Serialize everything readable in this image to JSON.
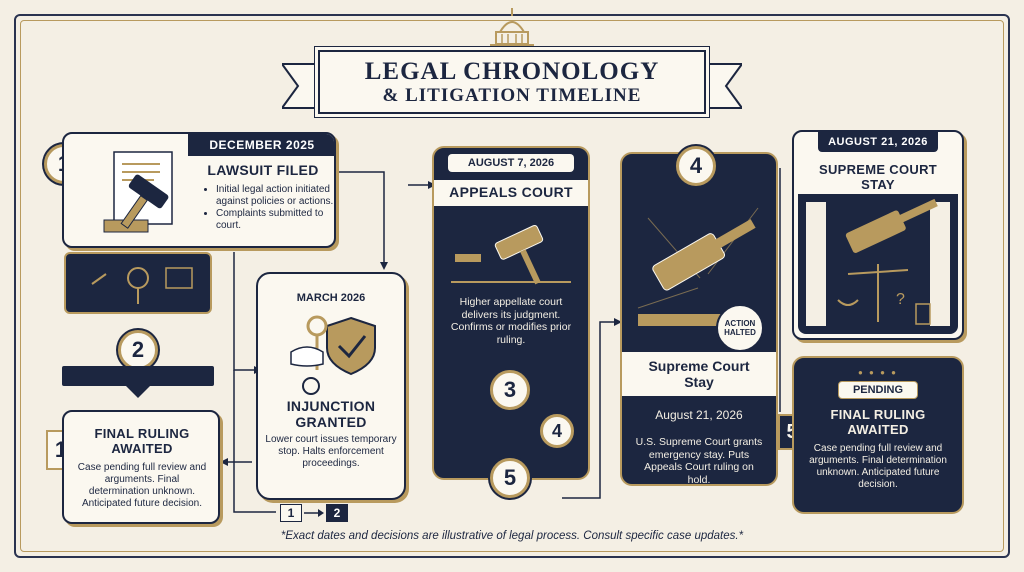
{
  "title_line1": "LEGAL CHRONOLOGY",
  "title_line2": "& LITIGATION TIMELINE",
  "steps": {
    "lawsuit": {
      "number": "1",
      "date": "DECEMBER 2025",
      "title": "LAWSUIT FILED",
      "bullets": [
        "Initial legal action initiated against policies or actions.",
        "Complaints submitted to court."
      ]
    },
    "step2": {
      "number": "2"
    },
    "left_final": {
      "number": "1",
      "title": "FINAL RULING AWAITED",
      "body": "Case pending full review and arguments. Final determination unknown. Anticipated future decision."
    },
    "injunction": {
      "date": "MARCH 2026",
      "title": "INJUNCTION GRANTED",
      "body": "Lower court issues temporary stop. Halts enforcement proceedings."
    },
    "mini_nums": [
      "1",
      "2"
    ],
    "appeals": {
      "date": "AUGUST 7, 2026",
      "title": "APPEALS COURT",
      "body": "Higher appellate court delivers its judgment. Confirms or modifies prior ruling.",
      "nums": [
        "3",
        "4",
        "5"
      ]
    },
    "supreme_mid": {
      "number": "4",
      "stamp": "ACTION HALTED",
      "title": "Supreme Court Stay",
      "date": "August 21, 2026",
      "body": "U.S. Supreme Court grants emergency stay. Puts Appeals Court ruling on hold."
    },
    "supreme_right": {
      "date": "AUGUST 21, 2026",
      "title": "SUPREME COURT STAY"
    },
    "right_final": {
      "number": "5",
      "badge": "PENDING",
      "title": "FINAL RULING AWAITED",
      "body": "Case pending full review and arguments. Final determination unknown. Anticipated future decision."
    }
  },
  "footnote": "*Exact dates and decisions are illustrative of legal process. Consult specific case updates.*",
  "colors": {
    "navy": "#1c2640",
    "gold": "#b89a5e",
    "paper": "#fbf8f0"
  }
}
